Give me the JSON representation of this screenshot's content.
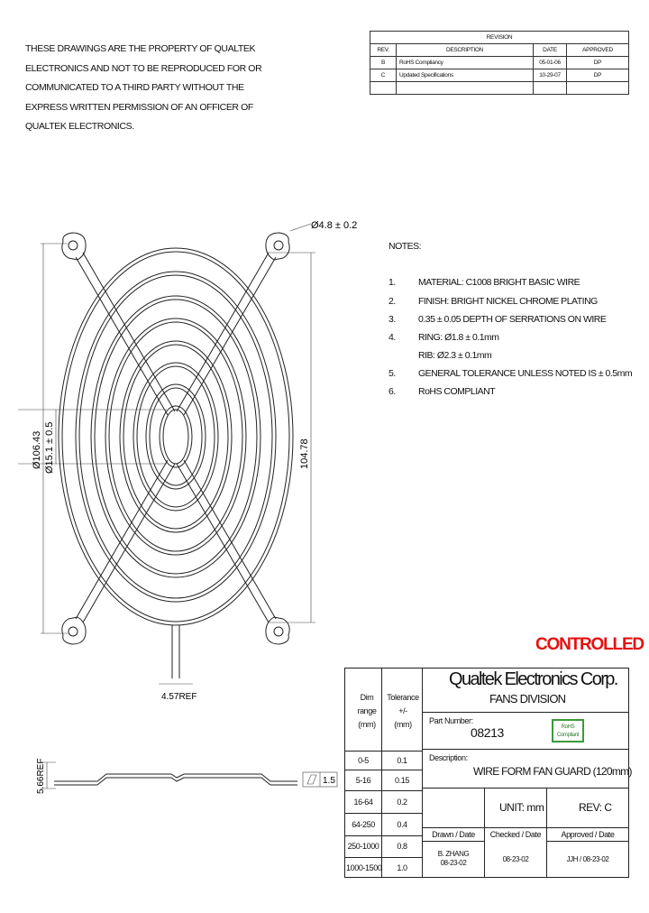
{
  "proprietary_notice": [
    "THESE DRAWINGS ARE THE PROPERTY OF QUALTEK",
    "ELECTRONICS AND NOT TO BE REPRODUCED FOR OR",
    "COMMUNICATED TO A THIRD PARTY WITHOUT THE",
    "EXPRESS WRITTEN PERMISSION OF AN OFFICER OF",
    "QUALTEK ELECTRONICS."
  ],
  "revision": {
    "title": "REVISION",
    "headers": [
      "REV.",
      "DESCRIPTION",
      "DATE",
      "APPROVED"
    ],
    "rows": [
      [
        "B",
        "RoHS Compliancy",
        "05-01-06",
        "DP"
      ],
      [
        "C",
        "Updated Specifications",
        "10-29-07",
        "DP"
      ],
      [
        "",
        "",
        "",
        ""
      ]
    ]
  },
  "notes": {
    "title": "NOTES:",
    "items": [
      {
        "num": "1.",
        "text": "MATERIAL: C1008 BRIGHT BASIC WIRE"
      },
      {
        "num": "2.",
        "text": "FINISH: BRIGHT NICKEL CHROME PLATING"
      },
      {
        "num": "3.",
        "text": "0.35 ± 0.05 DEPTH OF SERRATIONS ON WIRE"
      },
      {
        "num": "4.",
        "text": "RING:      Ø1.8 ± 0.1mm"
      },
      {
        "num": "",
        "text": "RIB:        Ø2.3 ± 0.1mm"
      },
      {
        "num": "5.",
        "text": "GENERAL TOLERANCE UNLESS NOTED IS ± 0.5mm"
      },
      {
        "num": "6.",
        "text": "RoHS COMPLIANT"
      }
    ]
  },
  "dimensions": {
    "hole": "Ø4.8 ± 0.2",
    "outer_dia": "Ø106.43",
    "hub_dia": "Ø15.1 ± 0.5",
    "height": "104.78",
    "ref": "4.57REF",
    "profile": "5.66REF",
    "flatness": "1.5"
  },
  "stamp": "CONTROLLED",
  "title_block": {
    "company": "Qualtek Electronics Corp.",
    "division": "FANS DIVISION",
    "dim_header": [
      "Dim",
      "range",
      "(mm)"
    ],
    "tol_header": [
      "Tolerance",
      "+/-",
      "(mm)"
    ],
    "tolerances": [
      [
        "0-5",
        "0.1"
      ],
      [
        "5-16",
        "0.15"
      ],
      [
        "16-64",
        "0.2"
      ],
      [
        "64-250",
        "0.4"
      ],
      [
        "250-1000",
        "0.8"
      ],
      [
        "1000-1500",
        "1.0"
      ]
    ],
    "part_number_label": "Part Number:",
    "part_number": "08213",
    "rohs_badge": [
      "RoHS",
      "Compliant"
    ],
    "description_label": "Description:",
    "description": "WIRE FORM FAN GUARD (120mm)",
    "unit": "UNIT:  mm",
    "rev": "REV:  C",
    "drawn_label": "Drawn / Date",
    "checked_label": "Checked / Date",
    "approved_label": "Approved / Date",
    "drawn_name": "B. ZHANG",
    "drawn_date": "08-23-02",
    "checked_date": "08-23-02",
    "approved": "JJH / 08-23-02"
  }
}
